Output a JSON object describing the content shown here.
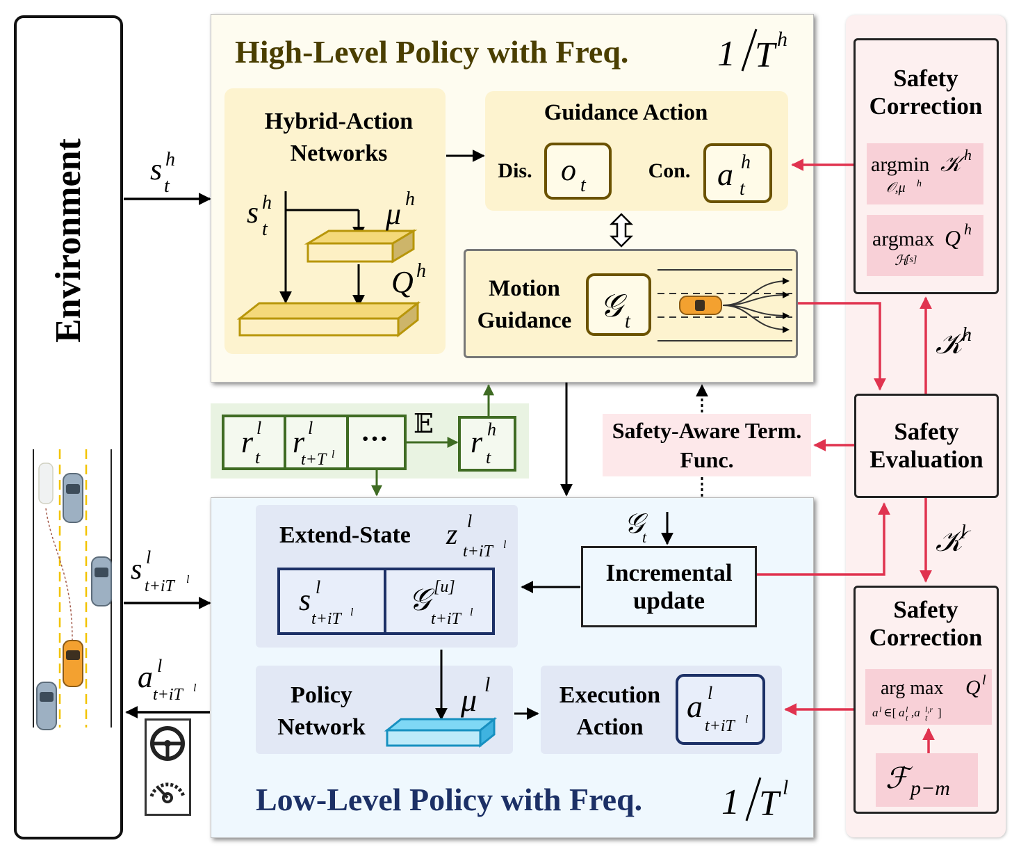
{
  "environment": {
    "label": "Environment"
  },
  "high_level": {
    "title": "High-Level Policy with Freq.",
    "freq": "1/T^h",
    "hybrid_networks": {
      "label": "Hybrid-Action Networks",
      "input": "s_t^h",
      "mu": "μ^h",
      "q": "Q^h"
    },
    "guidance_action": {
      "label": "Guidance Action",
      "dis_label": "Dis.",
      "dis_symbol": "o_t",
      "con_label": "Con.",
      "con_symbol": "a_t^h"
    },
    "motion_guidance": {
      "label": "Motion Guidance",
      "symbol": "𝒢_t"
    }
  },
  "reward": {
    "cells": [
      "r_t^l",
      "r_{t+T^l}^l",
      "···"
    ],
    "expect": "𝔼",
    "out": "r_t^h"
  },
  "term_func": {
    "label": "Safety-Aware Term. Func."
  },
  "low_level": {
    "title": "Low-Level Policy with Freq.",
    "freq": "1/T^l",
    "extend_state": {
      "label": "Extend-State",
      "symbol": "z_{t+iT^l}^l",
      "left": "s_{t+iT^l}^l",
      "right": "𝒢_{t+iT^l}^{[u]}"
    },
    "incremental": {
      "label": "Incremental update",
      "input": "𝒢_t"
    },
    "policy_network": {
      "label": "Policy Network",
      "mu": "μ^l"
    },
    "execution": {
      "label": "Execution Action",
      "symbol": "a_{t+iT^l}^l"
    }
  },
  "signals": {
    "s_h": "s_t^h",
    "s_l": "s_{t+iT^l}^l",
    "a_l": "a_{t+iT^l}^l",
    "k_h": "𝒦^h",
    "k_l": "𝒦^l"
  },
  "safety": {
    "top_correction": {
      "label": "Safety Correction",
      "f1": "argmin 𝒦^h",
      "f1_sub": "𝒪,μ^h",
      "f2": "argmax Q^h",
      "f2_sub": "ℋ^[s]"
    },
    "evaluation": {
      "label": "Safety Evaluation"
    },
    "bottom_correction": {
      "label": "Safety Correction",
      "f1": "arg max Q^l",
      "f1_sub": "a^l∈[a_t^l, a_t^{l,r}]",
      "f2": "ℱ_{p−m}"
    }
  },
  "colors": {
    "gold": "#b8960a",
    "dark_olive": "#4a3e00",
    "navy": "#1c3066",
    "green": "#3f6b23",
    "red": "#e0334f",
    "pink_bg": "#fdf0f0",
    "cream": "#fefcf0",
    "light_blue": "#eff8fe"
  }
}
